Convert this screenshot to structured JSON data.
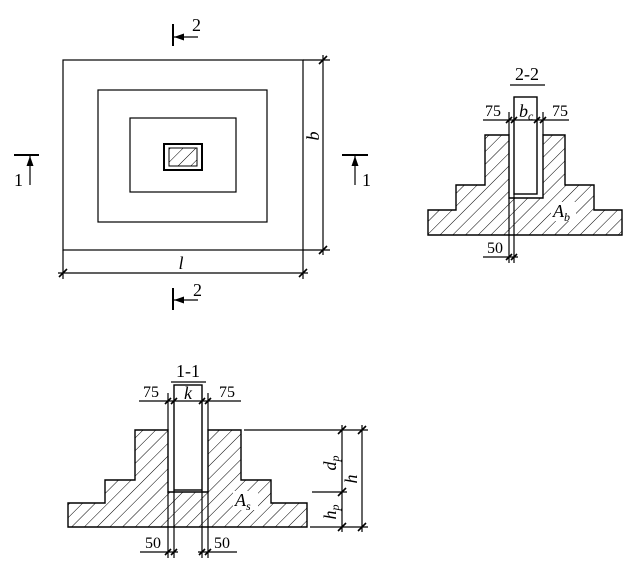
{
  "plan": {
    "section_2_top": "2",
    "section_2_bottom": "2",
    "section_1_left": "1",
    "section_1_right": "1",
    "dim_b": "b",
    "dim_l": "l"
  },
  "section_2_2": {
    "title": "2-2",
    "dim_left": "75",
    "dim_column": {
      "base": "b",
      "sub": "c"
    },
    "dim_right": "75",
    "area": {
      "base": "A",
      "sub": "b"
    },
    "dim_gap": "50"
  },
  "section_1_1": {
    "title": "1-1",
    "dim_left": "75",
    "dim_column": "k",
    "dim_right": "75",
    "area": {
      "base": "A",
      "sub": "s"
    },
    "dim_gap_left": "50",
    "dim_gap_right": "50",
    "dim_pocket_depth": {
      "base": "d",
      "sub": "p"
    },
    "dim_base_height": {
      "base": "h",
      "sub": "p"
    },
    "dim_total_height": "h"
  },
  "colors": {
    "line": "#000000",
    "background": "#ffffff"
  }
}
